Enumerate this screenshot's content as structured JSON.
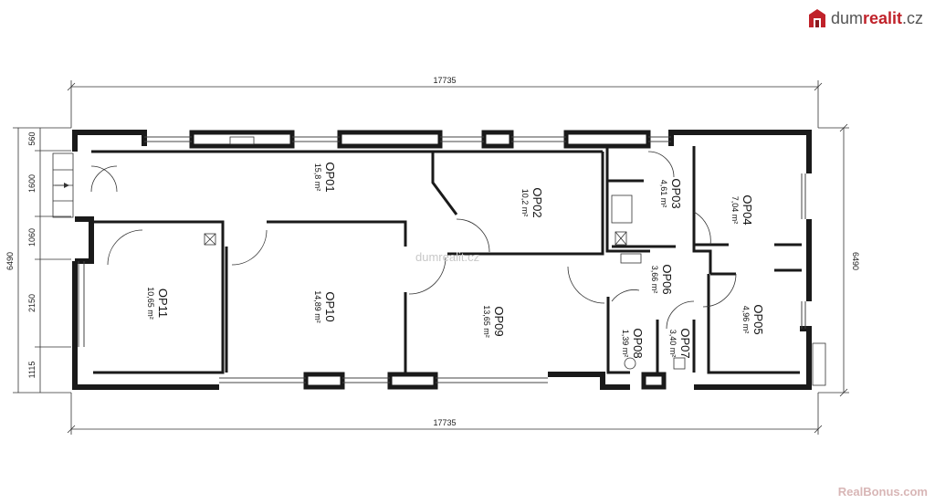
{
  "brand": {
    "name_plain": "dum",
    "name_accent": "realit",
    "tld": ".cz"
  },
  "watermark": "dumrealit.cz",
  "bonus_logo": "RealBonus.com",
  "dimensions": {
    "top": "17735",
    "bottom": "17735",
    "right": "6490",
    "left_total": "6490",
    "left_segments": [
      "560",
      "1600",
      "1060",
      "2150",
      "1115"
    ]
  },
  "rooms": [
    {
      "code": "OP01",
      "area": "15,8 m²"
    },
    {
      "code": "OP02",
      "area": "10,2 m²"
    },
    {
      "code": "OP03",
      "area": "4,61 m²"
    },
    {
      "code": "OP04",
      "area": "7,04 m²"
    },
    {
      "code": "OP05",
      "area": "4,96 m²"
    },
    {
      "code": "OP06",
      "area": "3,66 m²"
    },
    {
      "code": "OP07",
      "area": "3,40 m²"
    },
    {
      "code": "OP08",
      "area": "1,39 m²"
    },
    {
      "code": "OP09",
      "area": "13,65 m²"
    },
    {
      "code": "OP10",
      "area": "14,89 m²"
    },
    {
      "code": "OP11",
      "area": "10,65 m²"
    }
  ]
}
